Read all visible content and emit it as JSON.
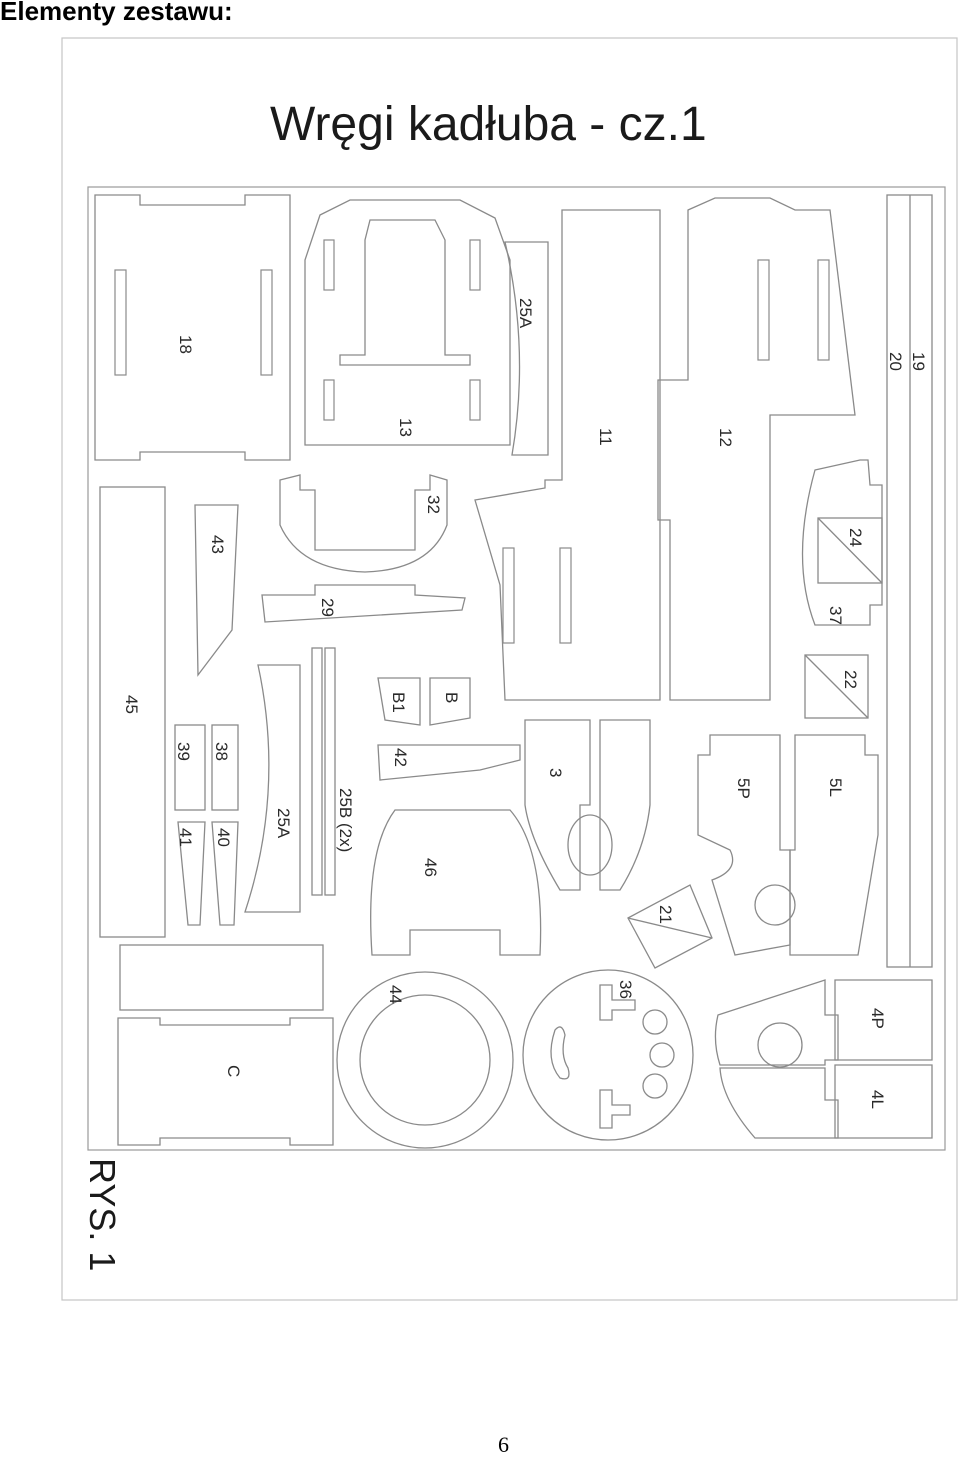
{
  "heading": "Elementy zestawu:",
  "figure": {
    "title": "Wręgi kadłuba - cz.1",
    "caption": "RYS. 1",
    "parts": [
      "18",
      "13",
      "25A",
      "11",
      "12",
      "20",
      "19",
      "32",
      "43",
      "29",
      "24",
      "45",
      "37",
      "B1",
      "B",
      "22",
      "42",
      "3",
      "39",
      "38",
      "41",
      "40",
      "25A",
      "25B (2x)",
      "46",
      "5P",
      "5L",
      "21",
      "44",
      "36",
      "C",
      "4P",
      "4L"
    ]
  },
  "page_number": "6"
}
